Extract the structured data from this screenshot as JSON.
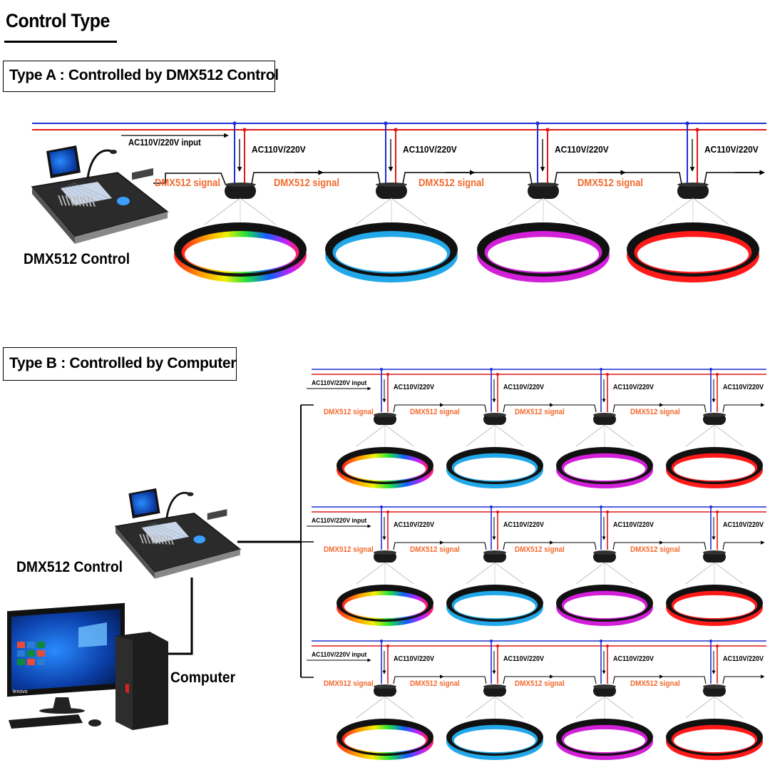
{
  "heading": "Control Type",
  "type_a": {
    "title": "Type A : Controlled by DMX512 Control",
    "controller_label": "DMX512 Control",
    "input_label": "AC110V/220V input",
    "power_label": "AC110V/220V",
    "signal_label": "DMX512 signal"
  },
  "type_b": {
    "title": "Type B : Controlled by Computer",
    "controller_label": "DMX512 Control",
    "computer_label": "Computer",
    "input_label": "AC110V/220V input",
    "power_label": "AC110V/220V",
    "signal_label": "DMX512 signal",
    "computer_brand": "lenovo"
  },
  "ring_colors": [
    "rainbow",
    "#22a8e8",
    "#d21fd8",
    "#ff1a1a"
  ],
  "colors": {
    "wire_blue": "#1f2fd0",
    "wire_red": "#e01818",
    "signal_orange": "#f26a2e"
  }
}
